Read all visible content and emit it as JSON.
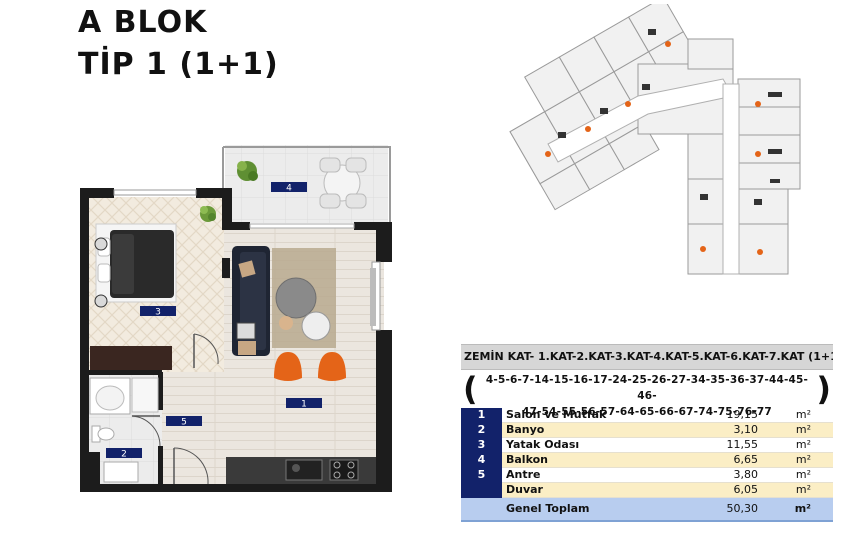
{
  "header": {
    "line1": "A BLOK",
    "line2": "TİP 1 (1+1)"
  },
  "plan": {
    "room_tags": [
      {
        "id": "room-tag-1",
        "text": "1"
      },
      {
        "id": "room-tag-2",
        "text": "2"
      },
      {
        "id": "room-tag-3",
        "text": "3"
      },
      {
        "id": "room-tag-4",
        "text": "4"
      },
      {
        "id": "room-tag-5",
        "text": "5"
      }
    ]
  },
  "area_table": {
    "floors": "ZEMİN KAT- 1.KAT-2.KAT-3.KAT-4.KAT-5.KAT-6.KAT-7.KAT (1+1)",
    "flats_line1": "4-5-6-7-14-15-16-17-24-25-26-27-34-35-36-37-44-45-46-",
    "flats_line2": "47-54-55-56-57-64-65-66-67-74-75-76-77",
    "rows": [
      {
        "no": "1",
        "name": "Salon ve Mutfak",
        "value": "19,15",
        "unit": "m²"
      },
      {
        "no": "2",
        "name": "Banyo",
        "value": "3,10",
        "unit": "m²"
      },
      {
        "no": "3",
        "name": "Yatak Odası",
        "value": "11,55",
        "unit": "m²"
      },
      {
        "no": "4",
        "name": "Balkon",
        "value": "6,65",
        "unit": "m²"
      },
      {
        "no": "5",
        "name": "Antre",
        "value": "3,80",
        "unit": "m²"
      },
      {
        "no": "",
        "name": "Duvar",
        "value": "6,05",
        "unit": "m²"
      }
    ],
    "total": {
      "name": "Genel Toplam",
      "value": "50,30",
      "unit": "m²"
    }
  },
  "colors": {
    "navy": "#12226a",
    "wall": "#1c1c1c",
    "floor_wood": "#efe6d6",
    "floor_tile": "#e8e8e8",
    "row_alt": "#fbeec5",
    "total_bg": "#b8cdef"
  }
}
